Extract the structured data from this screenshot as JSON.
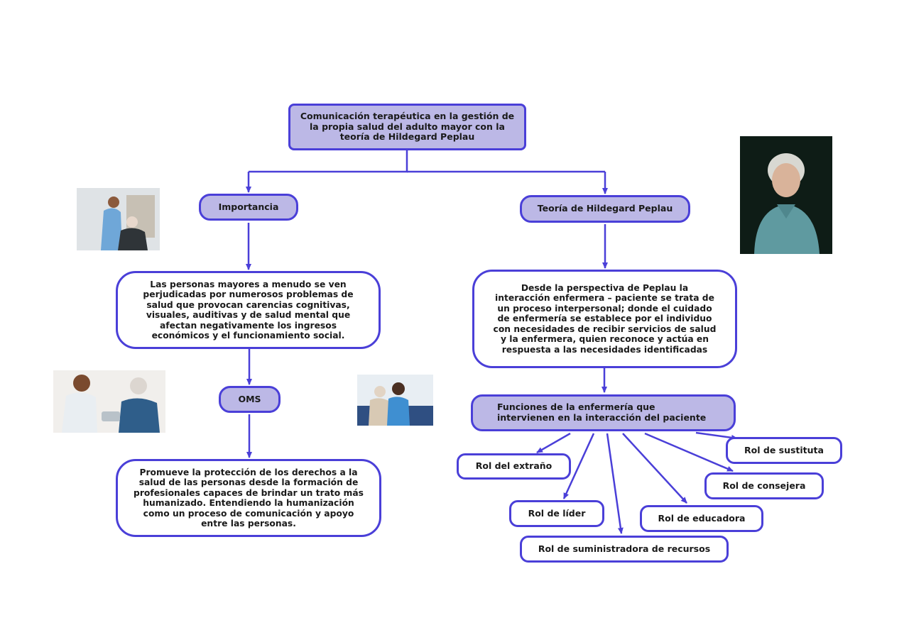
{
  "title": "Comunicación terapéutica en la gestión de la propia salud del adulto mayor con la teoría de Hildegard Peplau",
  "left": {
    "heading": "Importancia",
    "description": "Las personas mayores a menudo se ven perjudicadas por numerosos problemas de salud que provocan carencias cognitivas, visuales, auditivas y de salud mental que afectan negativamente los ingresos económicos y el funcionamiento social.",
    "oms": "OMS",
    "oms_text": "Promueve la protección de los derechos a la salud de las personas desde la formación de profesionales capaces de brindar un trato más humanizado. Entendiendo la humanización como un proceso de comunicación y apoyo entre las personas."
  },
  "right": {
    "heading": "Teoría de Hildegard Peplau",
    "description": "Desde la perspectiva de Peplau la interacción enfermera – paciente se trata de un proceso interpersonal; donde el cuidado de enfermería se establece por el individuo con necesidades de recibir servicios de salud y la enfermera, quien reconoce y actúa en respuesta a las necesidades identificadas",
    "functions": "Funciones de la enfermería que intervienen en la interacción del paciente",
    "roles": {
      "extrano": "Rol del extraño",
      "lider": "Rol de líder",
      "suministradora": "Rol de suministradora de recursos",
      "educadora": "Rol de educadora",
      "consejera": "Rol de consejera",
      "sustituta": "Rol de sustituta"
    }
  },
  "colors": {
    "border": "#4a3fd8",
    "fill": "#bcb8e6",
    "arrow": "#4a3fd8"
  }
}
